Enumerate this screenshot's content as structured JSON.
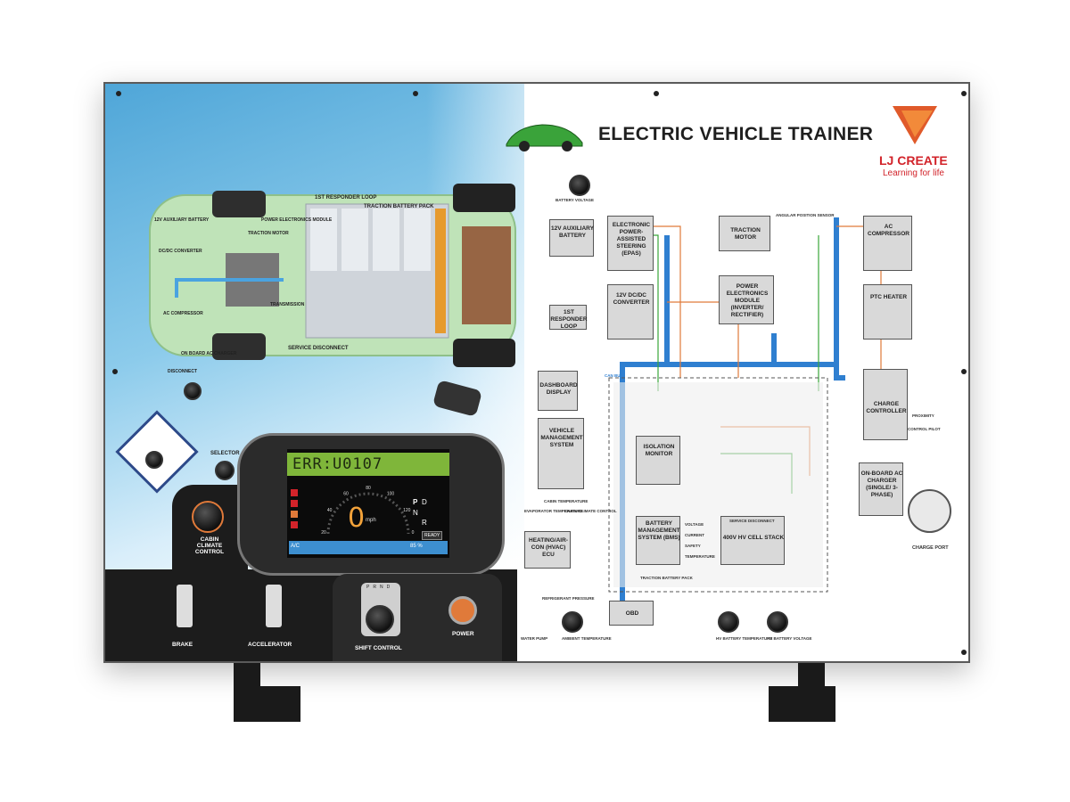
{
  "header": {
    "title": "ELECTRIC VEHICLE TRAINER",
    "brand": "LJ CREATE",
    "tagline": "Learning for life"
  },
  "dashboard": {
    "error_code": "ERR:U0107",
    "speed": "0",
    "speed_unit": "mph",
    "gear_letters": [
      "P",
      "D",
      "N",
      "R"
    ],
    "ready": "READY",
    "ac_label": "A/C",
    "battery_pct": "85 %",
    "gauge_ticks": [
      "20",
      "40",
      "60",
      "80",
      "100",
      "120",
      "0"
    ]
  },
  "controls": {
    "selector": "SELECTOR",
    "cabin_climate": "CABIN CLIMATE CONTROL",
    "brake": "BRAKE",
    "accelerator": "ACCELERATOR",
    "shift_control": "SHIFT CONTROL",
    "shift_letters": [
      "P",
      "R",
      "N",
      "D"
    ],
    "power": "POWER"
  },
  "vehicle_labels": {
    "pack": "TRACTION BATTERY PACK",
    "responder": "1ST RESPONDER LOOP",
    "service": "SERVICE DISCONNECT",
    "aux": "12V AUXILIARY BATTERY",
    "dcdc": "DC/DC CONVERTER",
    "motor": "TRACTION MOTOR",
    "pem": "POWER ELECTRONICS MODULE",
    "ac": "AC COMPRESSOR",
    "charger": "ON BOARD AC CHARGER",
    "transmission": "TRANSMISSION",
    "disconnect": "DISCONNECT"
  },
  "schematic": {
    "aux_battery": "12V AUXILIARY BATTERY",
    "epas": "ELECTRONIC POWER-ASSISTED STEERING (EPAS)",
    "traction_motor": "TRACTION MOTOR",
    "ac_compressor": "AC COMPRESSOR",
    "dcdc": "12V DC/DC CONVERTER",
    "pem": "POWER ELECTRONICS MODULE (INVERTER/ RECTIFIER)",
    "ptc": "PTC HEATER",
    "responder": "1ST RESPONDER LOOP",
    "can_bus": "CAN BUS",
    "dash_display": "DASHBOARD DISPLAY",
    "vms": "VEHICLE MANAGEMENT SYSTEM",
    "isolation": "ISOLATION MONITOR",
    "charge_ctrl": "CHARGE CONTROLLER",
    "onboard_charger": "ON-BOARD AC CHARGER (SINGLE/ 3-PHASE)",
    "bms": "BATTERY MANAGEMENT SYSTEM (BMS)",
    "cell_stack": "400V HV CELL STACK",
    "hvac": "HEATING/AIR-CON (HVAC) ECU",
    "obd": "OBD",
    "pack": "TRACTION BATTERY PACK",
    "charge_port": "CHARGE PORT",
    "battery_voltage": "BATTERY VOLTAGE",
    "angular_sensor": "ANGULAR POSITION SENSOR",
    "service_disconnect": "SERVICE DISCONNECT",
    "ambient": "AMBIENT TEMPERATURE",
    "water_pump": "WATER PUMP",
    "refrigerant": "REFRIGERANT PRESSURE",
    "evap": "EVAPORATOR TEMPERATURE",
    "cabin_control": "CABIN CLIMATE CONTROL",
    "cabin_temp": "CABIN TEMPERATURE",
    "hv_temp": "HV BATTERY TEMPERATURE",
    "hv_volt": "HV BATTERY VOLTAGE",
    "proximity": "PROXIMITY",
    "control_pilot": "CONTROL PILOT",
    "voltage": "VOLTAGE",
    "current": "CURRENT",
    "safety": "SAFETY",
    "temperature": "TEMPERATURE"
  },
  "colors": {
    "accent_red": "#d2232a",
    "can_blue": "#2f7fd0",
    "wire_orange": "#e07a3a",
    "wire_green": "#3aa63a",
    "screen_green": "#7fb63a",
    "gauge_orange": "#f2a23a"
  }
}
